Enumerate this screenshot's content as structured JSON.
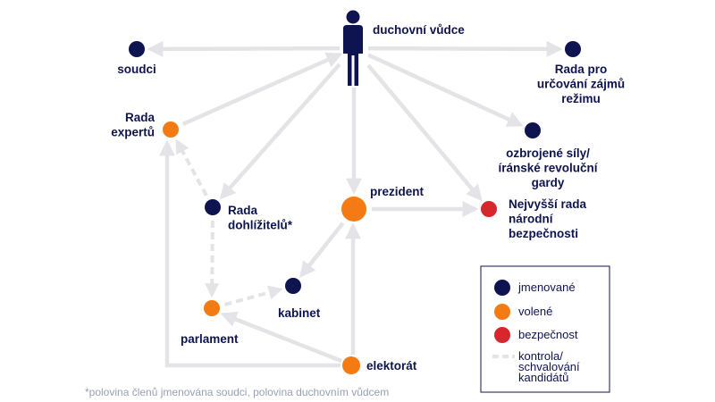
{
  "colors": {
    "appointed": "#0e1450",
    "elected": "#f47b14",
    "security": "#d7262e",
    "arrow": "#e4e4e8",
    "footnote": "#9aa0b4"
  },
  "nodes": {
    "leader": {
      "label": [
        "duchovní vůdce"
      ],
      "category": "appointed",
      "icon": "person-icon"
    },
    "judges": {
      "label": [
        "soudci"
      ],
      "category": "appointed"
    },
    "expediency": {
      "label": [
        "Rada pro",
        "určování zájmů",
        "režimu"
      ],
      "category": "appointed"
    },
    "experts": {
      "label": [
        "Rada",
        "expertů"
      ],
      "category": "elected"
    },
    "armed": {
      "label": [
        "ozbrojené síly/",
        "íránské revoluční",
        "gardy"
      ],
      "category": "appointed"
    },
    "guardians": {
      "label": [
        "Rada",
        "dohlížitelů*"
      ],
      "category": "appointed"
    },
    "president": {
      "label": [
        "prezident"
      ],
      "category": "elected"
    },
    "security": {
      "label": [
        "Nejvyšší rada",
        "národní",
        "bezpečnosti"
      ],
      "category": "security"
    },
    "cabinet": {
      "label": [
        "kabinet"
      ],
      "category": "appointed"
    },
    "parliament": {
      "label": [
        "parlament"
      ],
      "category": "elected"
    },
    "electorate": {
      "label": [
        "elektorát"
      ],
      "category": "elected"
    }
  },
  "edges": [
    {
      "from": "leader",
      "to": "judges",
      "style": "solid"
    },
    {
      "from": "leader",
      "to": "expediency",
      "style": "solid"
    },
    {
      "from": "leader",
      "to": "armed",
      "style": "solid"
    },
    {
      "from": "leader",
      "to": "guardians",
      "style": "solid"
    },
    {
      "from": "leader",
      "to": "president",
      "style": "solid"
    },
    {
      "from": "leader",
      "to": "security",
      "style": "solid"
    },
    {
      "from": "experts",
      "to": "leader",
      "style": "solid"
    },
    {
      "from": "president",
      "to": "security",
      "style": "solid"
    },
    {
      "from": "president",
      "to": "cabinet",
      "style": "solid"
    },
    {
      "from": "electorate",
      "to": "president",
      "style": "solid"
    },
    {
      "from": "electorate",
      "to": "parliament",
      "style": "solid"
    },
    {
      "from": "electorate",
      "to": "experts",
      "style": "solid"
    },
    {
      "from": "guardians",
      "to": "experts",
      "style": "dashed"
    },
    {
      "from": "guardians",
      "to": "parliament",
      "style": "dashed"
    },
    {
      "from": "parliament",
      "to": "cabinet",
      "style": "dashed"
    }
  ],
  "legend": {
    "items": [
      {
        "label": [
          "jmenované"
        ],
        "category": "appointed",
        "kind": "dot"
      },
      {
        "label": [
          "volené"
        ],
        "category": "elected",
        "kind": "dot"
      },
      {
        "label": [
          "bezpečnost"
        ],
        "category": "security",
        "kind": "dot"
      },
      {
        "label": [
          "kontrola/",
          "schvalování",
          "kandidátů"
        ],
        "category": "arrow",
        "kind": "dash"
      }
    ]
  },
  "footnote": "*polovina členů jmenována soudci, polovina duchovním vůdcem"
}
